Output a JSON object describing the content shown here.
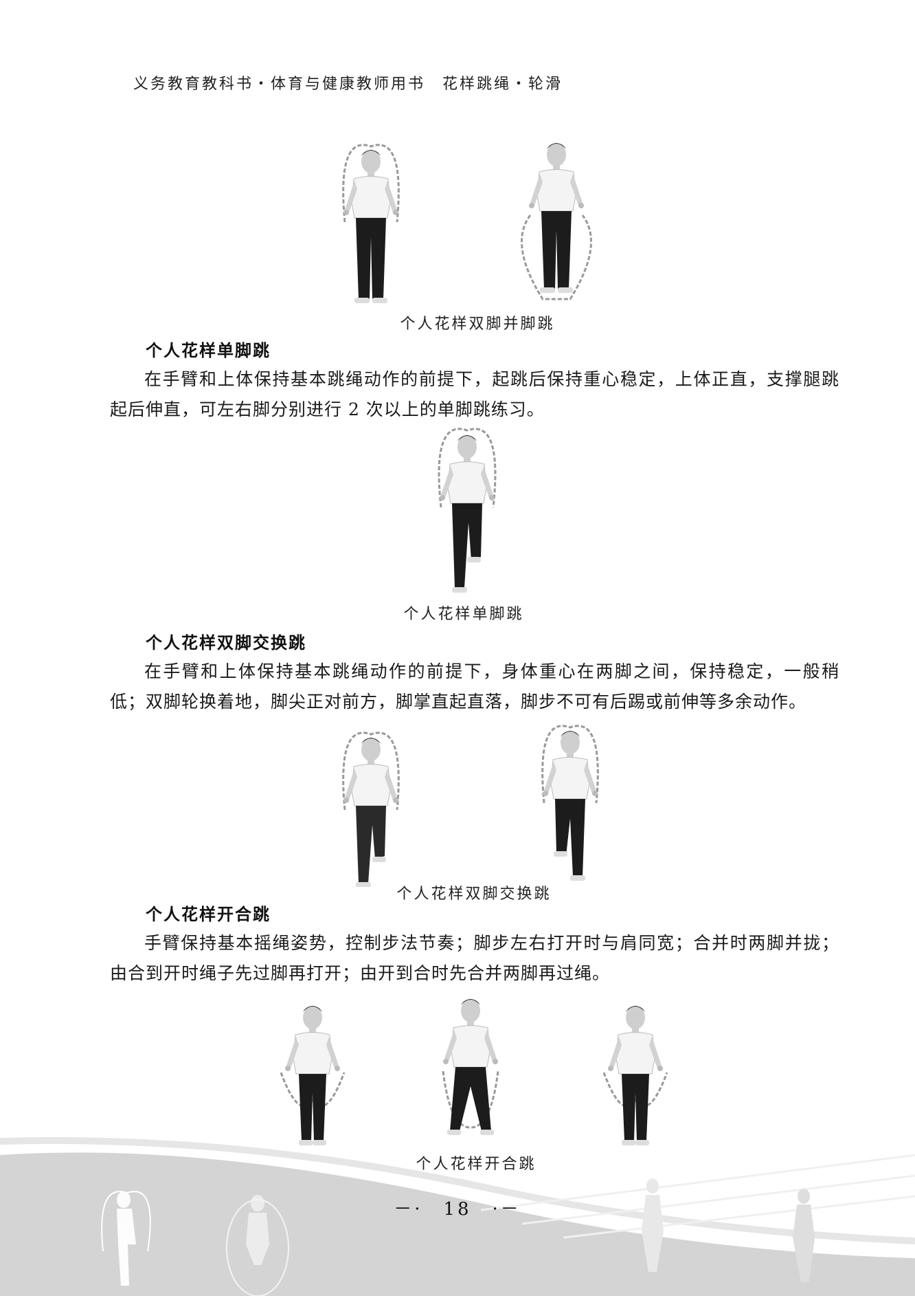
{
  "header": {
    "running_title": "义务教育教科书・体育与健康教师用书　花样跳绳・轮滑"
  },
  "sections": {
    "double_feet": {
      "caption": "个人花样双脚并脚跳"
    },
    "single_foot": {
      "heading": "个人花样单脚跳",
      "paragraph": "在手臂和上体保持基本跳绳动作的前提下，起跳后保持重心稳定，上体正直，支撑腿跳起后伸直，可左右脚分别进行 2 次以上的单脚跳练习。",
      "caption": "个人花样单脚跳"
    },
    "alternate_feet": {
      "heading": "个人花样双脚交换跳",
      "paragraph": "在手臂和上体保持基本跳绳动作的前提下，身体重心在两脚之间，保持稳定，一般稍低；双脚轮换着地，脚尖正对前方，脚掌直起直落，脚步不可有后踢或前伸等多余动作。",
      "caption": "个人花样双脚交换跳"
    },
    "open_close": {
      "heading": "个人花样开合跳",
      "paragraph": "手臂保持基本摇绳姿势，控制步法节奏；脚步左右打开时与肩同宽；合并时两脚并拢；由合到开时绳子先过脚再打开；由开到合时先合并两脚再过绳。",
      "caption": "个人花样开合跳"
    }
  },
  "footer": {
    "page_number": "－·　18　·－"
  },
  "colors": {
    "skin": "#d8d8d8",
    "shirt": "#f2f2f2",
    "pants": "#1c1c1c",
    "rope": "#9a9a9a",
    "footer_band": "#c9c9c9"
  }
}
